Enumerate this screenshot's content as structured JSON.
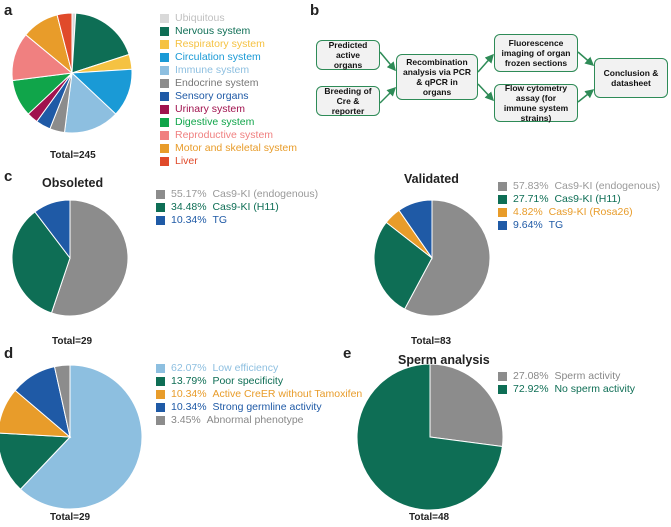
{
  "panels": {
    "a": "a",
    "b": "b",
    "c": "c",
    "d": "d",
    "e": "e"
  },
  "chart_data": [
    {
      "panel": "a",
      "type": "pie",
      "title": "",
      "total_label": "Total=245",
      "slices": [
        {
          "label": "Ubiquitous",
          "value": 1.0,
          "color": "#d9d9d9"
        },
        {
          "label": "Nervous system",
          "value": 19.0,
          "color": "#0e6e55"
        },
        {
          "label": "Respiratory system",
          "value": 4.0,
          "color": "#f5c242"
        },
        {
          "label": "Circulation system",
          "value": 13.0,
          "color": "#1a9ad6"
        },
        {
          "label": "Immune system",
          "value": 15.0,
          "color": "#8dbfe0"
        },
        {
          "label": "Endocrine system",
          "value": 4.0,
          "color": "#8c8c8c"
        },
        {
          "label": "Sensory organs",
          "value": 4.0,
          "color": "#1f5aa6"
        },
        {
          "label": "Urinary system",
          "value": 3.0,
          "color": "#a0124e"
        },
        {
          "label": "Digestive system",
          "value": 10.0,
          "color": "#10a54a"
        },
        {
          "label": "Reproductive system",
          "value": 13.0,
          "color": "#f08080"
        },
        {
          "label": "Motor and skeletal system",
          "value": 10.0,
          "color": "#e89c2a"
        },
        {
          "label": "Liver",
          "value": 4.0,
          "color": "#e04a2a"
        }
      ]
    },
    {
      "panel": "c-left",
      "type": "pie",
      "title": "Obsoleted",
      "total_label": "Total=29",
      "slices": [
        {
          "label": "Cas9-KI (endogenous)",
          "percent": "55.17%",
          "value": 55.17,
          "color": "#8c8c8c"
        },
        {
          "label": "Cas9-KI (H11)",
          "percent": "34.48%",
          "value": 34.48,
          "color": "#0e6e55"
        },
        {
          "label": "TG",
          "percent": "10.34%",
          "value": 10.34,
          "color": "#1f5aa6"
        }
      ]
    },
    {
      "panel": "c-right",
      "type": "pie",
      "title": "Validated",
      "total_label": "Total=83",
      "slices": [
        {
          "label": "Cas9-KI (endogenous)",
          "percent": "57.83%",
          "value": 57.83,
          "color": "#8c8c8c"
        },
        {
          "label": "Cas9-KI (H11)",
          "percent": "27.71%",
          "value": 27.71,
          "color": "#0e6e55"
        },
        {
          "label": "Cas9-KI (Rosa26)",
          "percent": "4.82%",
          "value": 4.82,
          "color": "#e89c2a"
        },
        {
          "label": "TG",
          "percent": "9.64%",
          "value": 9.64,
          "color": "#1f5aa6"
        }
      ]
    },
    {
      "panel": "d",
      "type": "pie",
      "title": "",
      "total_label": "Total=29",
      "slices": [
        {
          "label": "Low efficiency",
          "percent": "62.07%",
          "value": 62.07,
          "color": "#8dbfe0"
        },
        {
          "label": "Poor specificity",
          "percent": "13.79%",
          "value": 13.79,
          "color": "#0e6e55"
        },
        {
          "label": "Active CreER without Tamoxifen",
          "percent": "10.34%",
          "value": 10.34,
          "color": "#e89c2a"
        },
        {
          "label": "Strong germline activity",
          "percent": "10.34%",
          "value": 10.34,
          "color": "#1f5aa6"
        },
        {
          "label": "Abnormal phenotype",
          "percent": "3.45%",
          "value": 3.45,
          "color": "#8c8c8c"
        }
      ]
    },
    {
      "panel": "e",
      "type": "pie",
      "title": "Sperm analysis",
      "total_label": "Total=48",
      "slices": [
        {
          "label": "Sperm activity",
          "percent": "27.08%",
          "value": 27.08,
          "color": "#8c8c8c"
        },
        {
          "label": "No sperm activity",
          "percent": "72.92%",
          "value": 72.92,
          "color": "#0e6e55"
        }
      ]
    }
  ],
  "flowchart": {
    "predicted": "Predicted active organs",
    "breeding": "Breeding of Cre & reporter",
    "recombination": "Recombination analysis via PCR & qPCR in organs",
    "fluorescence": "Fluorescence imaging of organ frozen sections",
    "flow": "Flow cytometry assay (for immune system strains)",
    "conclusion": "Conclusion & datasheet"
  }
}
